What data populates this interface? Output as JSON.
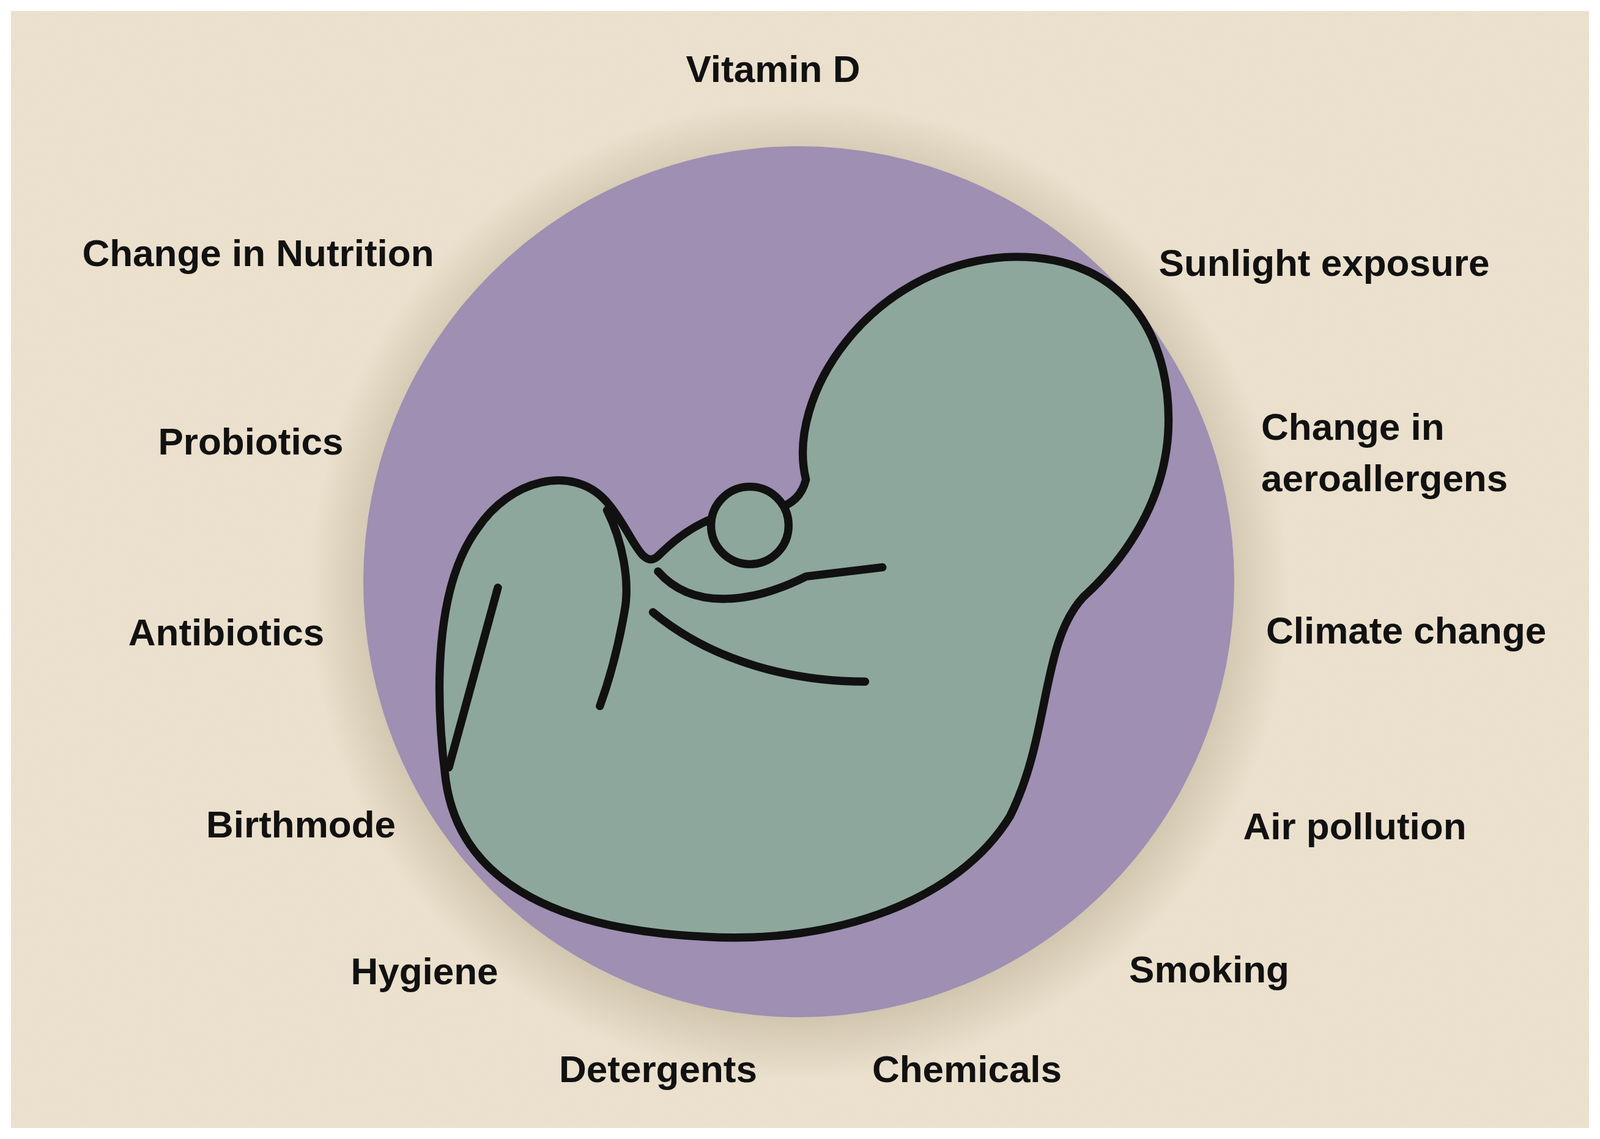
{
  "diagram": {
    "labels": [
      "Vitamin D",
      "Change in Nutrition",
      "Sunlight exposure",
      "Probiotics",
      "Change in aeroallergens",
      "Antibiotics",
      "Climate change",
      "Birthmode",
      "Air pollution",
      "Hygiene",
      "Smoking",
      "Detergents",
      "Chemicals"
    ]
  }
}
